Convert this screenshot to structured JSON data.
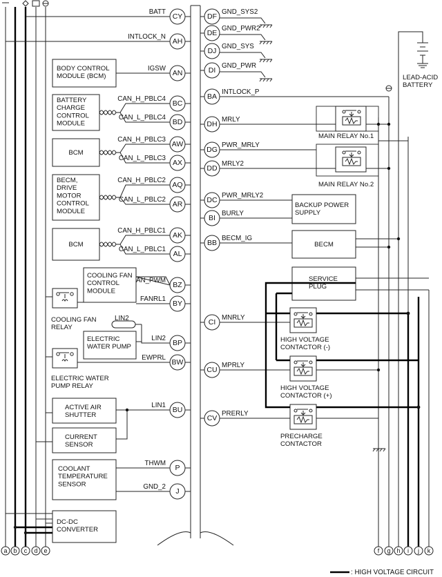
{
  "left_pins": [
    {
      "id": "CY",
      "signal": "BATT"
    },
    {
      "id": "AH",
      "signal": "INTLOCK_N"
    },
    {
      "id": "AN",
      "signal": "IGSW"
    },
    {
      "id": "BC",
      "signal": "CAN_H_PBLC4"
    },
    {
      "id": "BD",
      "signal": "CAN_L_PBLC4"
    },
    {
      "id": "AW",
      "signal": "CAN_H_PBLC3"
    },
    {
      "id": "AX",
      "signal": "CAN_L_PBLC3"
    },
    {
      "id": "AQ",
      "signal": "CAN_H_PBLC2"
    },
    {
      "id": "AR",
      "signal": "CAN_L_PBLC2"
    },
    {
      "id": "AK",
      "signal": "CAN_H_PBLC1"
    },
    {
      "id": "AL",
      "signal": "CAN_L_PBLC1"
    },
    {
      "id": "BZ",
      "signal": "FAN_PWM"
    },
    {
      "id": "BY",
      "signal": "FANRL1"
    },
    {
      "id": "BP",
      "signal": "LIN2"
    },
    {
      "id": "BW",
      "signal": "EWPRL"
    },
    {
      "id": "BU",
      "signal": "LIN1"
    },
    {
      "id": "P",
      "signal": "THWM"
    },
    {
      "id": "J",
      "signal": "GND_2"
    }
  ],
  "right_pins": [
    {
      "id": "DF",
      "signal": "GND_SYS2"
    },
    {
      "id": "DE",
      "signal": "GND_PWR2"
    },
    {
      "id": "DJ",
      "signal": "GND_SYS"
    },
    {
      "id": "DI",
      "signal": "GND_PWR"
    },
    {
      "id": "BA",
      "signal": "INTLOCK_P"
    },
    {
      "id": "DH",
      "signal": "MRLY"
    },
    {
      "id": "DG",
      "signal": "PWR_MRLY"
    },
    {
      "id": "DD",
      "signal": "MRLY2"
    },
    {
      "id": "DC",
      "signal": "PWR_MRLY2"
    },
    {
      "id": "BI",
      "signal": "BURLY"
    },
    {
      "id": "BB",
      "signal": "BECM_IG"
    },
    {
      "id": "CI",
      "signal": "MNRLY"
    },
    {
      "id": "CU",
      "signal": "MPRLY"
    },
    {
      "id": "CV",
      "signal": "PRERLY"
    }
  ],
  "inline_labels": {
    "lin2_connector": "LIN2"
  },
  "components": {
    "bcm_body": [
      "BODY CONTROL",
      "MODULE (BCM)"
    ],
    "battery_charge": [
      "BATTERY",
      "CHARGE",
      "CONTROL",
      "MODULE"
    ],
    "bcm_1": [
      "BCM"
    ],
    "becm_drive": [
      "BECM,",
      "DRIVE",
      "MOTOR",
      "CONTROL",
      "MODULE"
    ],
    "bcm_2": [
      "BCM"
    ],
    "cooling_fan_module": [
      "COOLING FAN",
      "CONTROL",
      "MODULE"
    ],
    "electric_water_pump": [
      "ELECTRIC",
      "WATER PUMP"
    ],
    "active_air_shutter": [
      "ACTIVE AIR",
      "SHUTTER"
    ],
    "current_sensor": [
      "CURRENT",
      "SENSOR"
    ],
    "coolant_temp_sensor": [
      "COOLANT",
      "TEMPERATURE",
      "SENSOR"
    ],
    "dc_dc_converter": [
      "DC-DC",
      "CONVERTER"
    ],
    "backup_power_supply": [
      "BACKUP POWER",
      "SUPPLY"
    ],
    "becm": [
      "BECM"
    ],
    "service_plug": [
      "SERVICE",
      "PLUG"
    ],
    "lead_acid_battery": [
      "LEAD-ACID",
      "BATTERY"
    ],
    "main_relay_1": [
      "MAIN RELAY No.1"
    ],
    "main_relay_2": [
      "MAIN RELAY No.2"
    ],
    "cooling_fan_relay": [
      "COOLING FAN",
      "RELAY"
    ],
    "electric_water_pump_relay": [
      "ELECTRIC WATER",
      "PUMP RELAY"
    ],
    "hv_contactor_neg": [
      "HIGH VOLTAGE",
      "CONTACTOR (-)"
    ],
    "hv_contactor_pos": [
      "HIGH VOLTAGE",
      "CONTACTOR (+)"
    ],
    "precharge_contactor": [
      "PRECHARGE",
      "CONTACTOR"
    ]
  },
  "bottom_terminals_left": [
    "a",
    "b",
    "c",
    "d",
    "e"
  ],
  "bottom_terminals_right": [
    "f",
    "g",
    "h",
    "i",
    "j",
    "k"
  ],
  "legend": {
    "text": ": HIGH VOLTAGE CIRCUIT"
  }
}
